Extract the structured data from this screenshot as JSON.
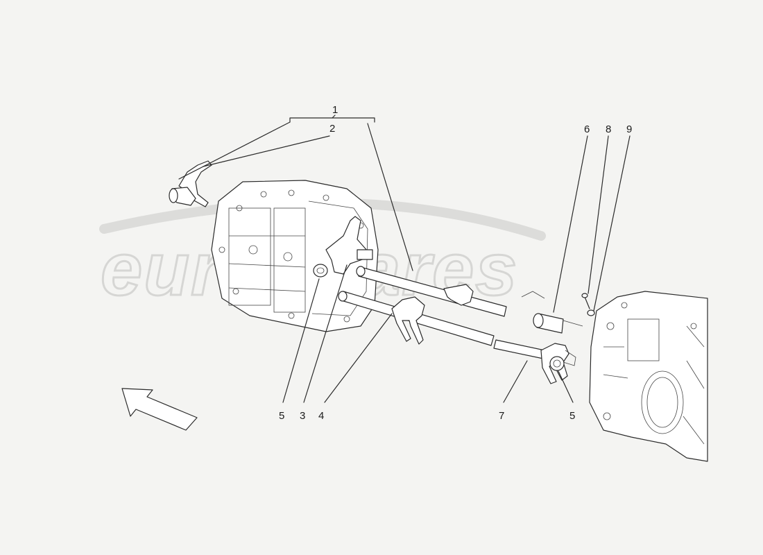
{
  "watermark": {
    "text": "eurospares"
  },
  "callouts": {
    "c1": "1",
    "c2": "2",
    "c3": "3",
    "c4": "4",
    "c5a": "5",
    "c5b": "5",
    "c6": "6",
    "c7": "7",
    "c8": "8",
    "c9": "9"
  },
  "colors": {
    "line": "#2a2a2a",
    "background": "#f4f4f2",
    "watermark": "#d6d6d4"
  },
  "icons": {
    "direction": "arrow-icon"
  }
}
